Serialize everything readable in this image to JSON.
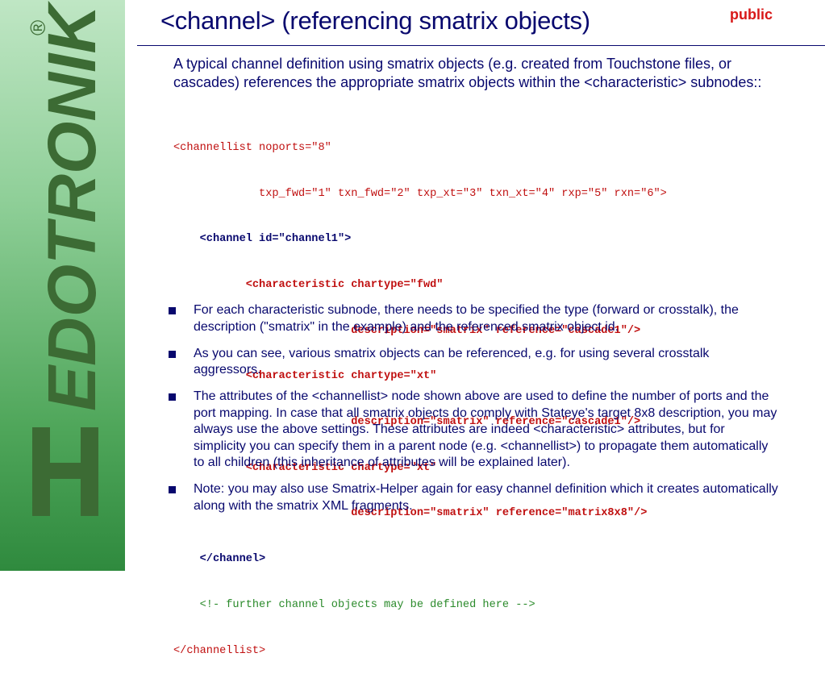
{
  "sidebar": {
    "logo_text": "EDOTRONIK",
    "logo_reg": "®"
  },
  "header": {
    "title": "<channel> (referencing smatrix objects)",
    "badge": "public"
  },
  "intro": "A typical channel definition using smatrix objects (e.g. created from Touchstone files, or cascades) references the appropriate smatrix objects within the <characteristic> subnodes::",
  "code_lines": [
    "<channellist noports=\"8\"",
    "             txp_fwd=\"1\" txn_fwd=\"2\" txp_xt=\"3\" txn_xt=\"4\" rxp=\"5\" rxn=\"6\">",
    "    <channel id=\"channel1\">",
    "           <characteristic chartype=\"fwd\"",
    "                           description=\"smatrix\" reference=\"cascade1\"/>",
    "           <characteristic chartype=\"xt\"",
    "                           description=\"smatrix\" reference=\"cascade1\"/>",
    "           <characteristic chartype=\"xt\"",
    "                           description=\"smatrix\" reference=\"matrix8x8\"/>",
    "    </channel>",
    "    <!- further channel objects may be defined here -->",
    "</channellist>"
  ],
  "bullets": [
    "For each characteristic subnode, there needs to be specified the type (forward or crosstalk), the description (\"smatrix\" in the example) and the referenced smatrix object id.",
    "As you can see, various smatrix objects can be referenced, e.g. for using several crosstalk aggressors.",
    "The attributes of the <channellist> node shown above are used to define the number of ports and the port mapping. In case that all smatrix objects do comply with Stateye's target 8x8 description, you may always use the above settings. These attributes are indeed <characteristic> attributes, but for simplicity you can specify them in a parent node (e.g. <channellist>) to propagate them automatically to all children (this inheritance of attributes will be explained later).",
    "Note: you may also use Smatrix-Helper again for easy channel definition which it creates automatically along with the smatrix XML fragments."
  ],
  "colors": {
    "text": "#08086e",
    "accent": "#d81818",
    "sidebar": "#4fa65a"
  }
}
